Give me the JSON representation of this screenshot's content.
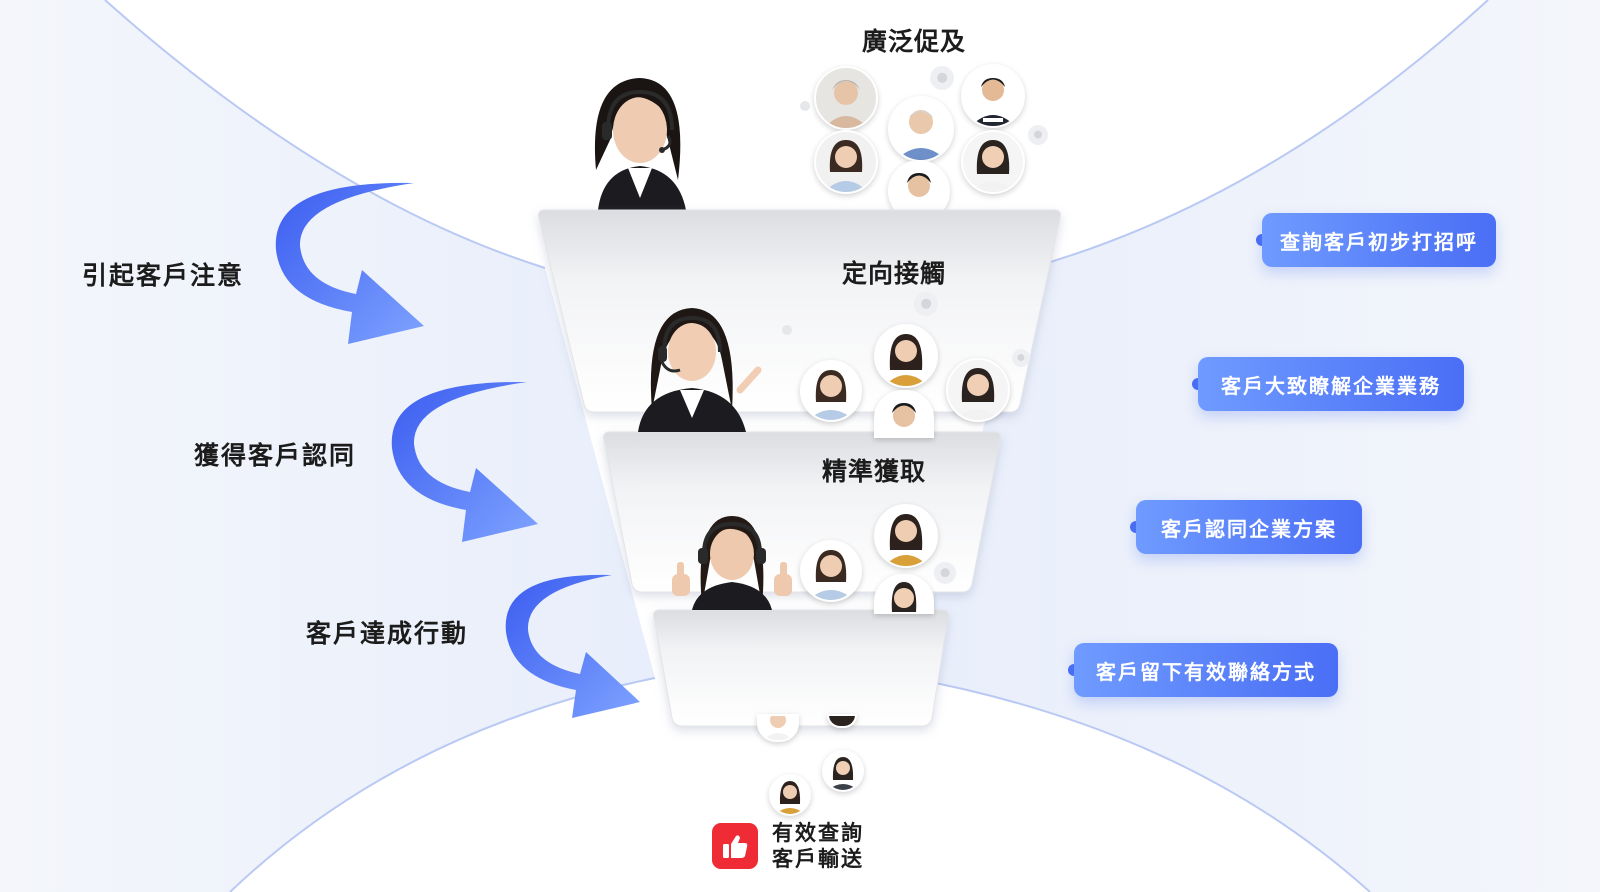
{
  "stages": [
    {
      "id": "stage-broad-reach",
      "title": "廣泛促及"
    },
    {
      "id": "stage-targeted-contact",
      "title": "定向接觸"
    },
    {
      "id": "stage-precise-acquisition",
      "title": "精準獲取"
    }
  ],
  "left_labels": [
    "引起客戶注意",
    "獲得客戶認同",
    "客戶達成行動"
  ],
  "right_labels": [
    "查詢客戶初步打招呼",
    "客戶大致瞭解企業業務",
    "客戶認同企業方案",
    "客戶留下有效聯絡方式"
  ],
  "result": {
    "line1": "有效查詢",
    "line2": "客戶輸送",
    "icon": "thumbs-up-icon"
  },
  "colors": {
    "accent": "#4a6ef5",
    "accent_light": "#6f9bff",
    "result_icon": "#ef2b36"
  }
}
